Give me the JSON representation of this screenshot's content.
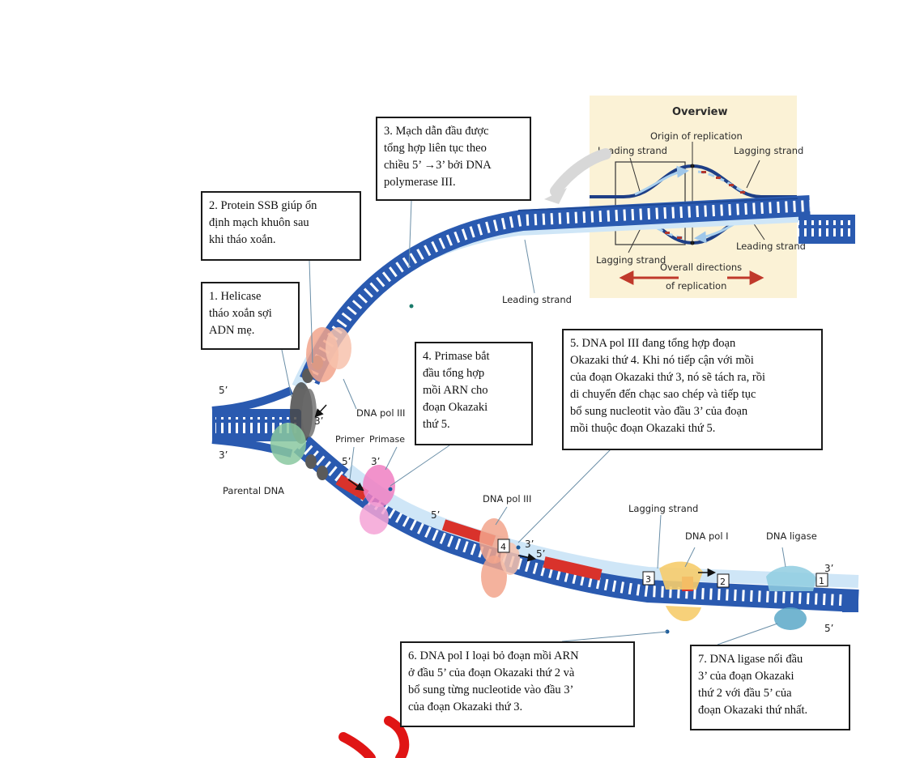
{
  "callouts": {
    "c1": "1. Helicase\ntháo xoắn sợi\nADN mẹ.",
    "c2": "2. Protein SSB giúp ổn\nđịnh mạch khuôn sau\nkhi tháo xoắn.",
    "c3": "3. Mạch dẫn đầu được\ntổng hợp liên tục theo\nchiều 5’ →3’ bởi DNA\npolymerase III.",
    "c4": "4. Primase bắt\nđầu tổng hợp\nmồi ARN cho\nđoạn Okazaki\nthứ 5.",
    "c5": "5. DNA pol III đang tổng hợp đoạn\nOkazaki thứ 4. Khi nó tiếp cận với mồi\ncủa đoạn Okazaki thứ 3, nó sẽ tách ra, rồi\ndi chuyển đến chạc sao chép và tiếp tục\nbổ sung nucleotit vào đầu 3’ của đoạn\nmồi thuộc đoạn Okazaki thứ 5.",
    "c6": "6. DNA pol I loại bỏ đoạn mồi ARN\nở đầu 5’ của đoạn Okazaki thứ 2 và\nbổ sung từng nucleotide  vào đầu 3’\ncủa đoạn Okazaki thứ 3.",
    "c7": "7. DNA ligase nối đầu\n3’ của đoạn Okazaki\nthứ 2 với đầu 5’ của\nđoạn Okazaki thứ nhất."
  },
  "labels": {
    "leading_strand": "Leading strand",
    "dna_pol_iii_top": "DNA pol III",
    "primer": "Primer",
    "primase": "Primase",
    "parental_dna": "Parental DNA",
    "dna_pol_iii_bottom": "DNA pol III",
    "lagging_strand": "Lagging strand",
    "dna_pol_i": "DNA pol I",
    "dna_ligase": "DNA ligase"
  },
  "ends": {
    "left_top_5": "5’",
    "left_bot_3": "3’",
    "fork_3": "3’",
    "primer_5": "5’",
    "primer_3": "3’",
    "frag4_5": "5’",
    "frag4_3": "3’",
    "frag3_5": "5’",
    "right_3": "3’",
    "right_5": "5’"
  },
  "fragments": [
    "4",
    "3",
    "2",
    "1"
  ],
  "overview": {
    "title": "Overview",
    "origin": "Origin of replication",
    "leading_left": "Leading strand",
    "lagging_right": "Lagging strand",
    "lagging_left": "Lagging strand",
    "leading_right": "Leading strand",
    "directions_line1": "Overall directions",
    "directions_line2": "of replication"
  },
  "colors": {
    "dna_blue": "#2a5ab0",
    "dna_light": "#cfe6f7",
    "rna_primer": "#d9322b",
    "helicase": "#444444",
    "polymerase": "#f2a58c",
    "primase": "#f07fc2",
    "ssb": "#8ac8a0",
    "ligase": "#8fcde0",
    "overview_bg": "#fbf2d6"
  }
}
